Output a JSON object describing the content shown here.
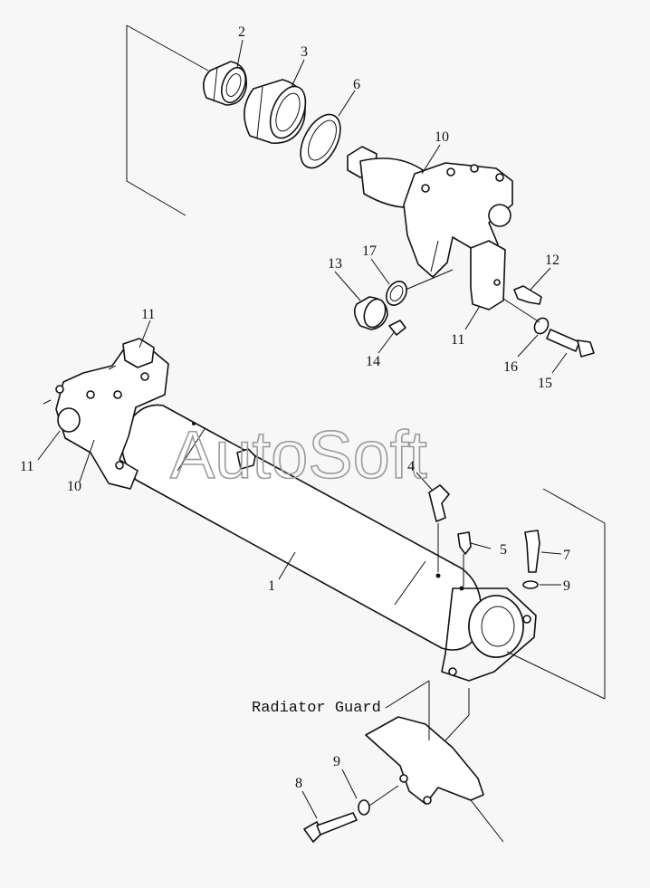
{
  "diagram": {
    "watermark": "AutoSoft",
    "annotation_label": "Radiator Guard",
    "part_numbers": {
      "p1": "1",
      "p2": "2",
      "p3": "3",
      "p4": "4",
      "p5": "5",
      "p6": "6",
      "p7": "7",
      "p8": "8",
      "p9a": "9",
      "p9b": "9",
      "p10a": "10",
      "p10b": "10",
      "p11a": "11",
      "p11b": "11",
      "p11c": "11",
      "p12": "12",
      "p13": "13",
      "p14": "14",
      "p15": "15",
      "p16": "16",
      "p17": "17"
    }
  }
}
